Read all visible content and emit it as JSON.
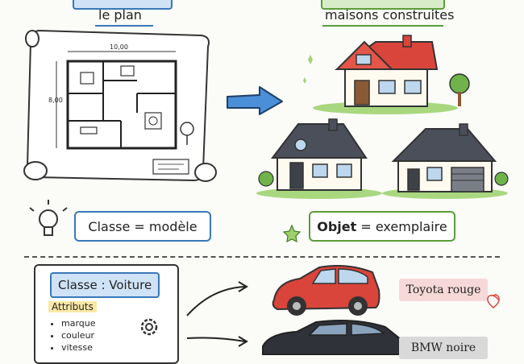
{
  "top": {
    "plan_label": "le plan",
    "houses_label": "maisons construites"
  },
  "plan": {
    "width_label": "10,00",
    "height_label": "8,00"
  },
  "concepts": {
    "class_text": "Classe = modèle",
    "object_bold": "Objet",
    "object_rest": " = exemplaire"
  },
  "example": {
    "class_title": "Classe : Voiture",
    "attributes_title": "Attributs",
    "attributes": [
      "marque",
      "couleur",
      "vitesse"
    ],
    "car1_label": "Toyota rouge",
    "car2_label": "BMW noire"
  },
  "colors": {
    "blue_border": "#3a78b8",
    "green_border": "#5a9e3a",
    "blue_fill": "#cfe2f6",
    "green_fill": "#d9ecc9",
    "arrow_blue": "#4a8fd8",
    "roof_red": "#d9453a",
    "roof_dark": "#4a4f59",
    "pink_chip": "#f7d8d8",
    "gray_chip": "#d9d9d9",
    "highlight": "#fbe8a6"
  }
}
